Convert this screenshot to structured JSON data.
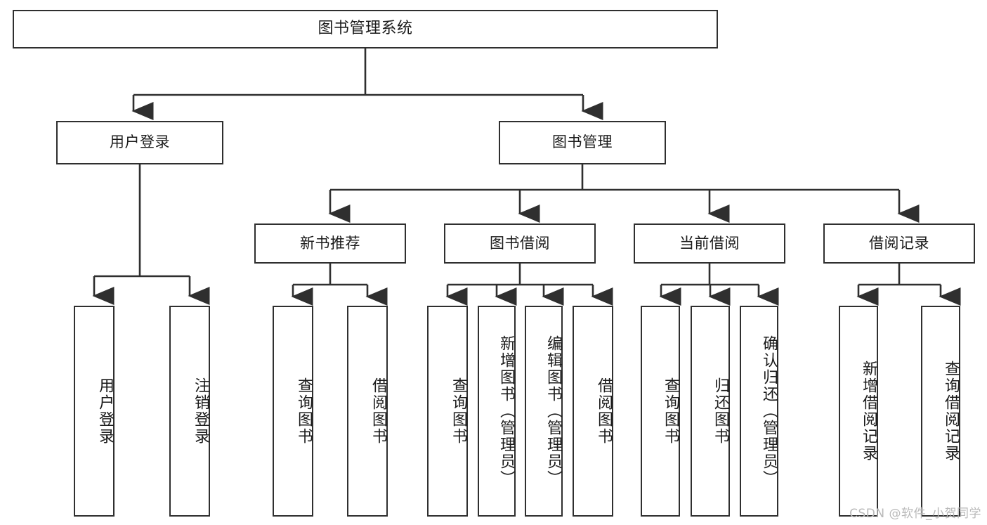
{
  "diagram": {
    "title": "图书管理系统",
    "type": "tree",
    "line_color": "#2f2f2f",
    "box_fill": "#ffffff",
    "text_color": "#1b1b1b",
    "watermark": "CSDN @软件_小贺同学",
    "levels": {
      "root": {
        "label": "图书管理系统"
      },
      "level2": [
        {
          "label": "用户登录"
        },
        {
          "label": "图书管理"
        }
      ],
      "level3": [
        {
          "label": "新书推荐"
        },
        {
          "label": "图书借阅"
        },
        {
          "label": "当前借阅"
        },
        {
          "label": "借阅记录"
        }
      ],
      "leaves": [
        {
          "label": "用户登录",
          "parent": "用户登录"
        },
        {
          "label": "注销登录",
          "parent": "用户登录"
        },
        {
          "label": "查询图书",
          "parent": "新书推荐"
        },
        {
          "label": "借阅图书",
          "parent": "新书推荐"
        },
        {
          "label": "查询图书",
          "parent": "图书借阅"
        },
        {
          "label": "新增图书（管理员）",
          "parent": "图书借阅"
        },
        {
          "label": "编辑图书（管理员）",
          "parent": "图书借阅"
        },
        {
          "label": "借阅图书",
          "parent": "图书借阅"
        },
        {
          "label": "查询图书",
          "parent": "当前借阅"
        },
        {
          "label": "归还图书",
          "parent": "当前借阅"
        },
        {
          "label": "确认归还（管理员）",
          "parent": "当前借阅"
        },
        {
          "label": "新增借阅记录",
          "parent": "借阅记录"
        },
        {
          "label": "查询借阅记录",
          "parent": "借阅记录"
        }
      ]
    }
  }
}
